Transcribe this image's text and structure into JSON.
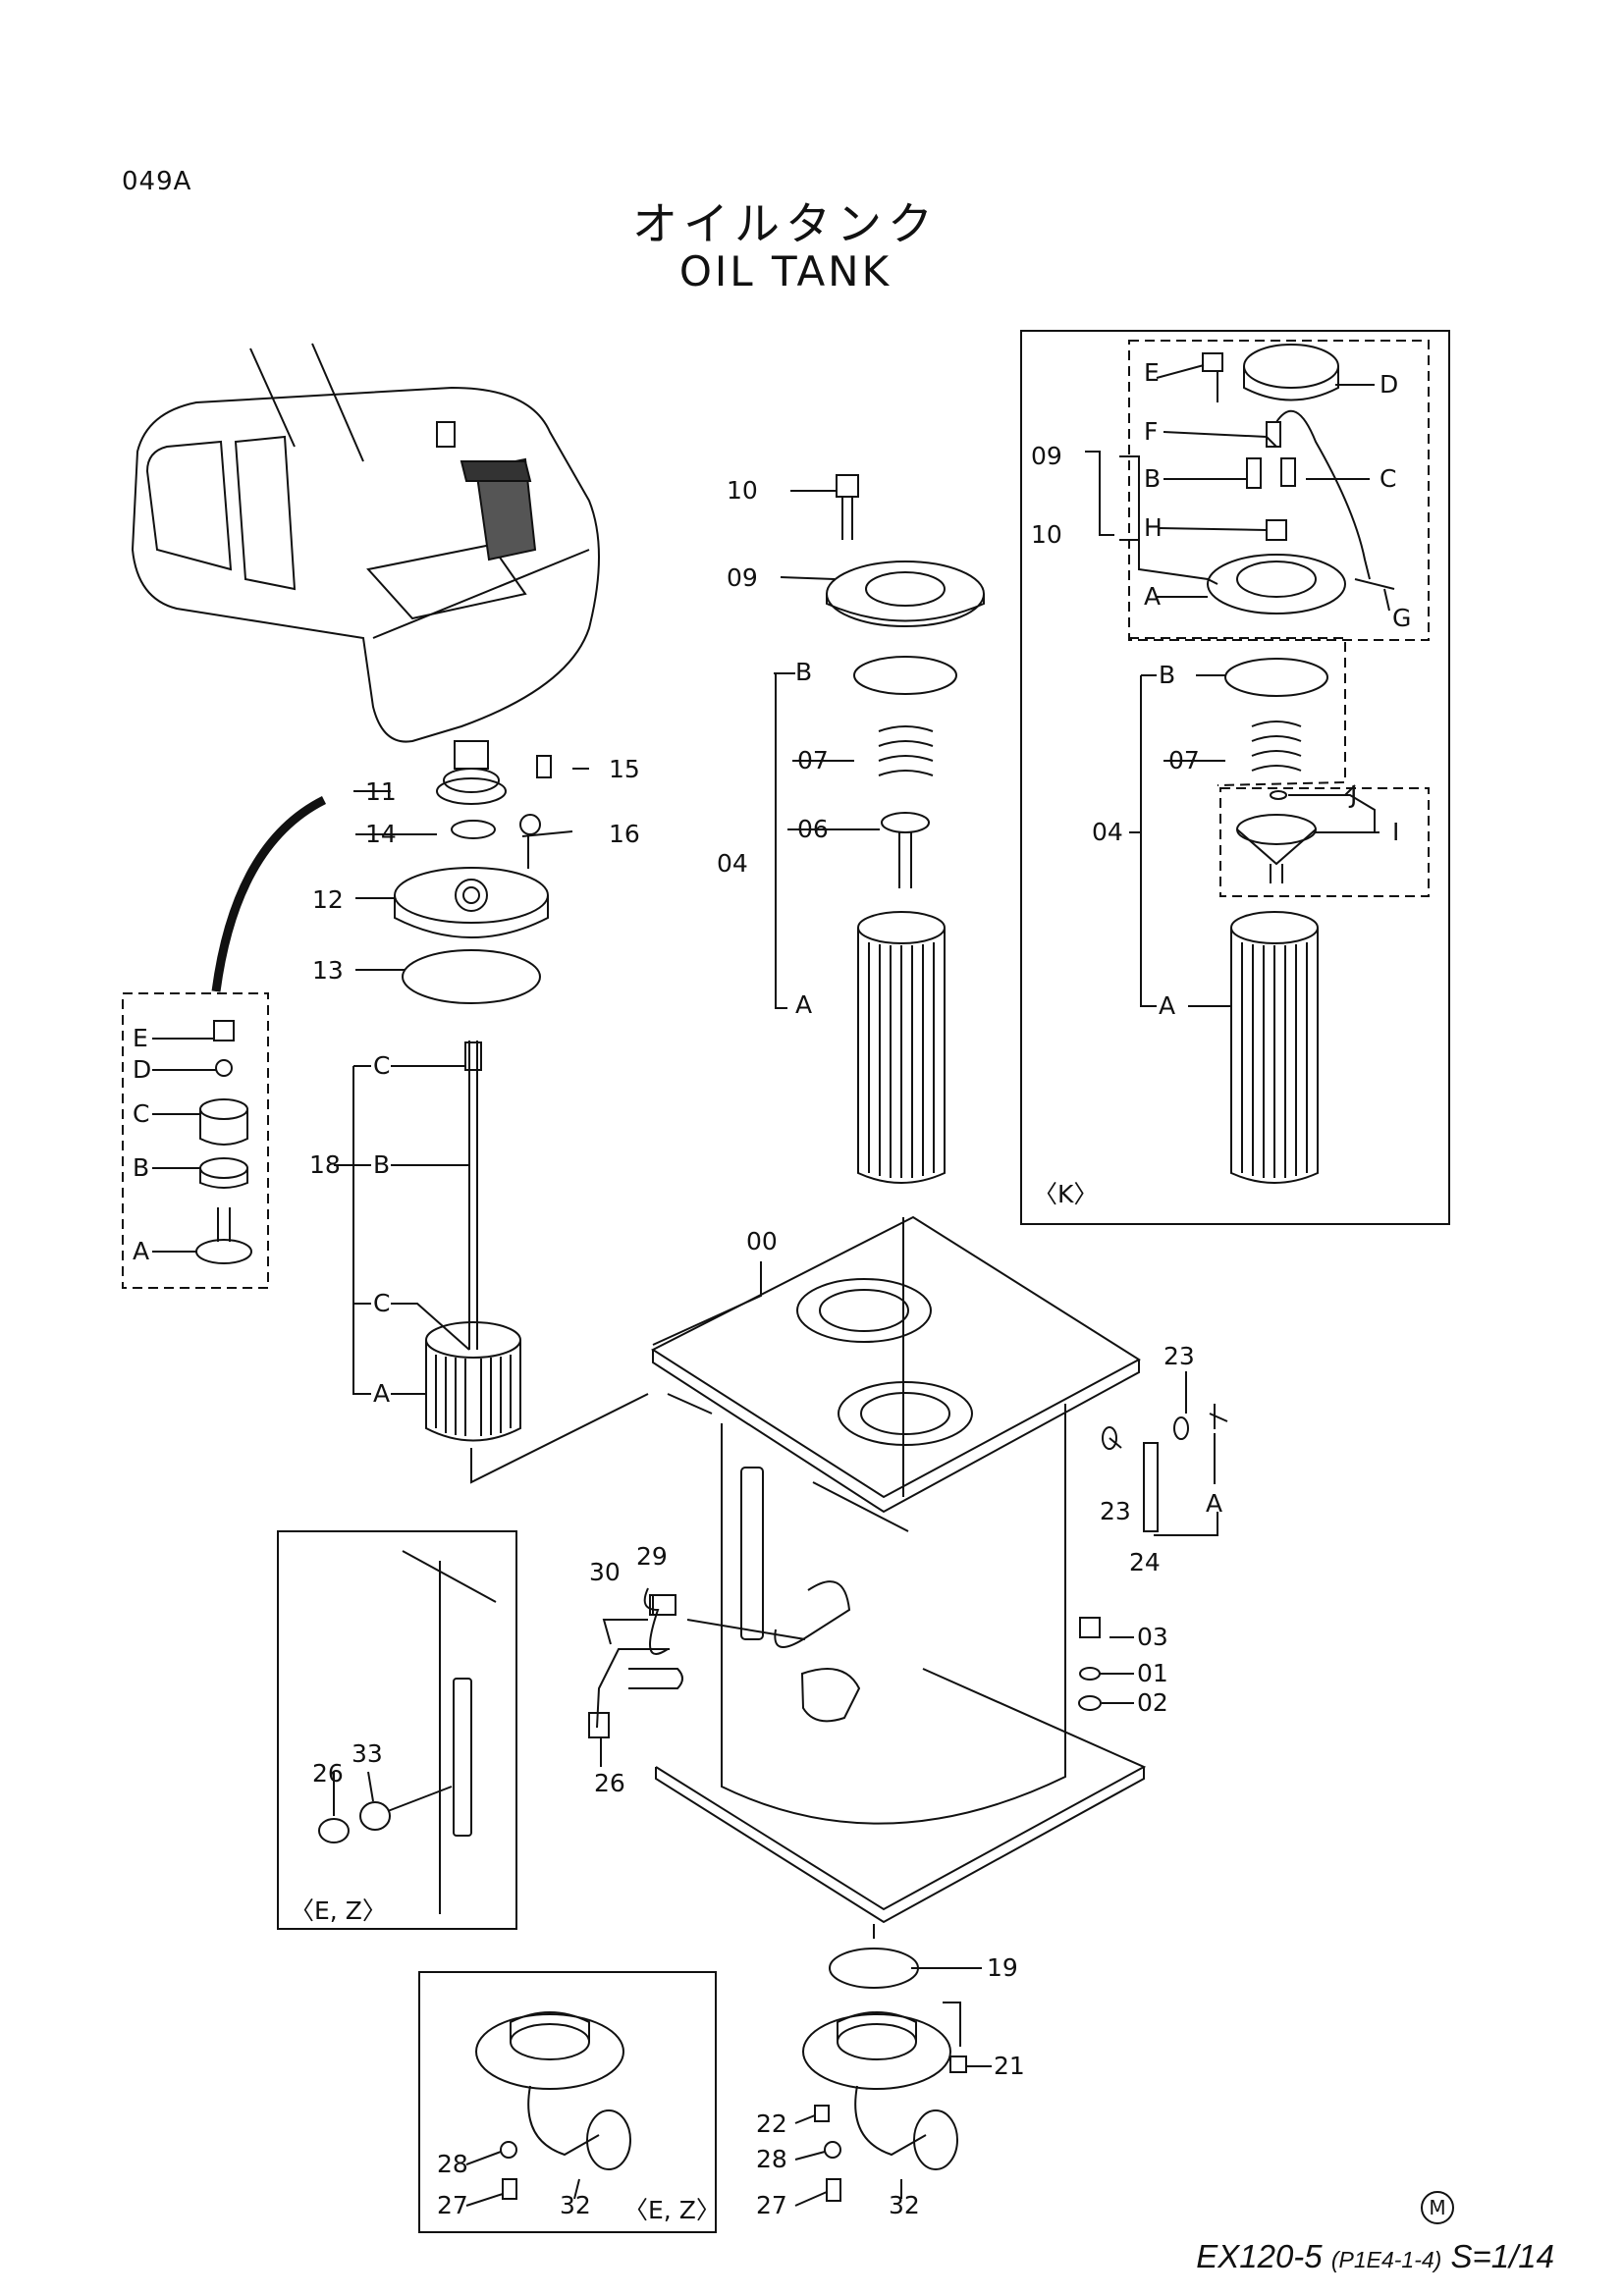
{
  "page": {
    "code": "049A",
    "title_jp": "オイルタンク",
    "title_en": "OIL TANK"
  },
  "footer": {
    "model": "EX120-5",
    "ref": "(P1E4-1-4)",
    "scale": "S=1/14",
    "mark": "M"
  },
  "callouts": {
    "p00": "00",
    "p01": "01",
    "p02": "02",
    "p03": "03",
    "p04a": "04",
    "p04b": "04",
    "p06": "06",
    "p07a": "07",
    "p07b": "07",
    "p09a": "09",
    "p09b": "09",
    "p10a": "10",
    "p10b": "10",
    "p11": "11",
    "p12": "12",
    "p13": "13",
    "p14": "14",
    "p15": "15",
    "p16": "16",
    "p18": "18",
    "p19": "19",
    "p21": "21",
    "p22": "22",
    "p23a": "23",
    "p23b": "23",
    "p24": "24",
    "p26a": "26",
    "p26b": "26",
    "p27a": "27",
    "p27b": "27",
    "p28a": "28",
    "p28b": "28",
    "p29": "29",
    "p30": "30",
    "p32a": "32",
    "p32b": "32",
    "p33": "33"
  },
  "sublabels": {
    "left_box": [
      "E",
      "D",
      "C",
      "B",
      "A"
    ],
    "rod": [
      "C",
      "B",
      "C",
      "A"
    ],
    "filter_mid": [
      "B",
      "A"
    ],
    "k_box": [
      "E",
      "D",
      "F",
      "B",
      "C",
      "H",
      "A",
      "G",
      "B",
      "J",
      "I",
      "A"
    ],
    "bracket": "A"
  },
  "insets": {
    "k": "〈K〉",
    "ez1": "〈E, Z〉",
    "ez2": "〈E, Z〉"
  }
}
